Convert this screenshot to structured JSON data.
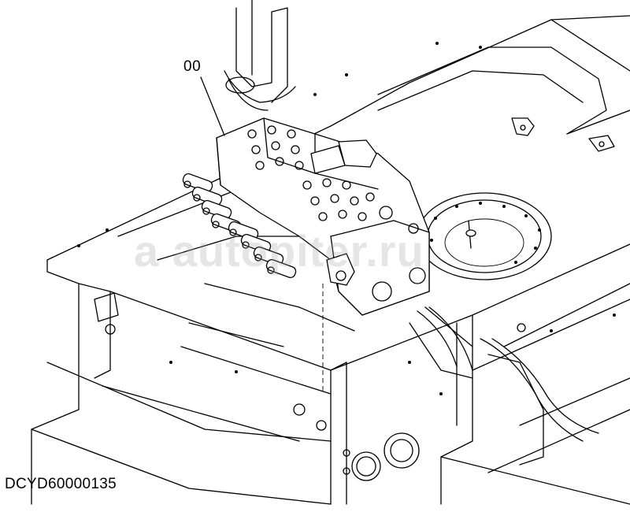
{
  "diagram": {
    "callout_label": "00",
    "drawing_code": "DCYD60000135",
    "watermark_text": "a autopiter.ru",
    "colors": {
      "line": "#000000",
      "background": "#ffffff",
      "watermark": "#a0a0a0"
    }
  }
}
